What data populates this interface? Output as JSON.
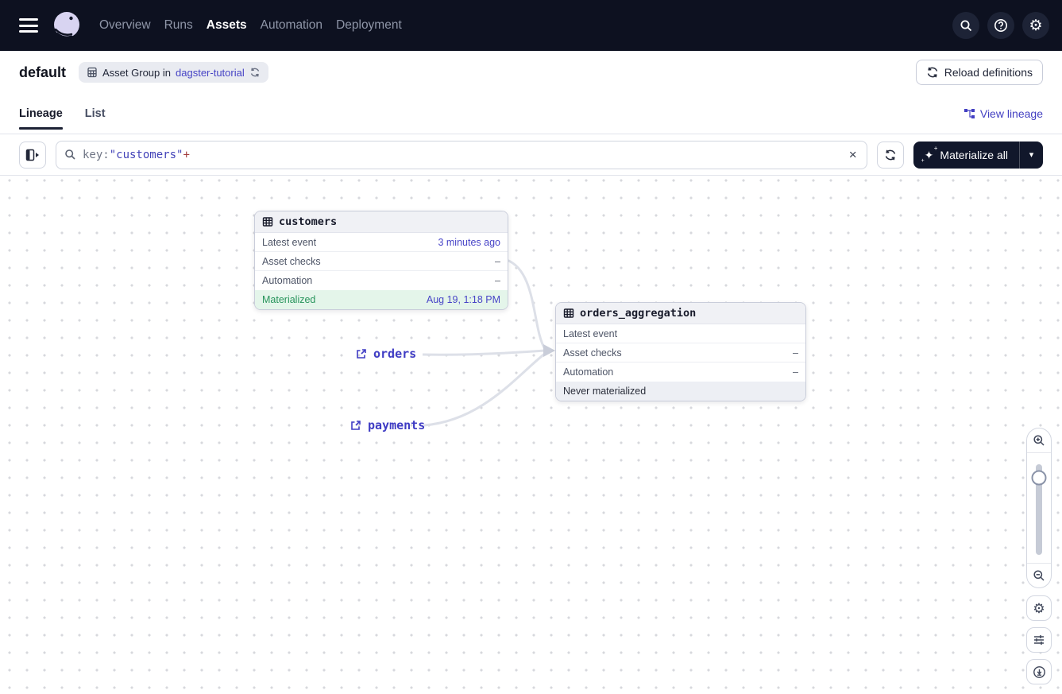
{
  "nav": {
    "items": [
      {
        "label": "Overview"
      },
      {
        "label": "Runs"
      },
      {
        "label": "Assets"
      },
      {
        "label": "Automation"
      },
      {
        "label": "Deployment"
      }
    ],
    "active_item": "Assets"
  },
  "header": {
    "title": "default",
    "badge": {
      "text": "Asset Group in",
      "link": "dagster-tutorial"
    },
    "reload_button": "Reload definitions"
  },
  "tabs": {
    "lineage": "Lineage",
    "list": "List",
    "view_lineage": "View lineage"
  },
  "toolbar": {
    "search": {
      "prefix": "key:",
      "quoted": "\"customers\"",
      "operator": "+"
    },
    "materialize_button": "Materialize all",
    "clear_glyph": "×",
    "caret_glyph": "▾",
    "sparkle_glyph": "✦"
  },
  "graph": {
    "nodes": [
      {
        "title": "customers",
        "rows": [
          {
            "label": "Latest event",
            "value": "3 minutes ago"
          },
          {
            "label": "Asset checks",
            "value": "–"
          },
          {
            "label": "Automation",
            "value": "–"
          }
        ],
        "status": {
          "label": "Materialized",
          "value": "Aug 19, 1:18 PM"
        }
      },
      {
        "title": "orders_aggregation",
        "rows": [
          {
            "label": "Latest event",
            "value": ""
          },
          {
            "label": "Asset checks",
            "value": "–"
          },
          {
            "label": "Automation",
            "value": "–"
          }
        ],
        "status": {
          "label": "Never materialized",
          "value": ""
        }
      }
    ],
    "external_assets": [
      {
        "label": "orders"
      },
      {
        "label": "payments"
      }
    ]
  },
  "icons": {
    "gear_glyph": "⚙"
  },
  "colors": {
    "navbar_bg": "#0d1120",
    "accent_link": "#4643c5",
    "materialized_green": "#27945b",
    "materialized_bg": "#e4f5ea",
    "edge": "#dde0e8",
    "dark_button_bg": "#11172b"
  }
}
